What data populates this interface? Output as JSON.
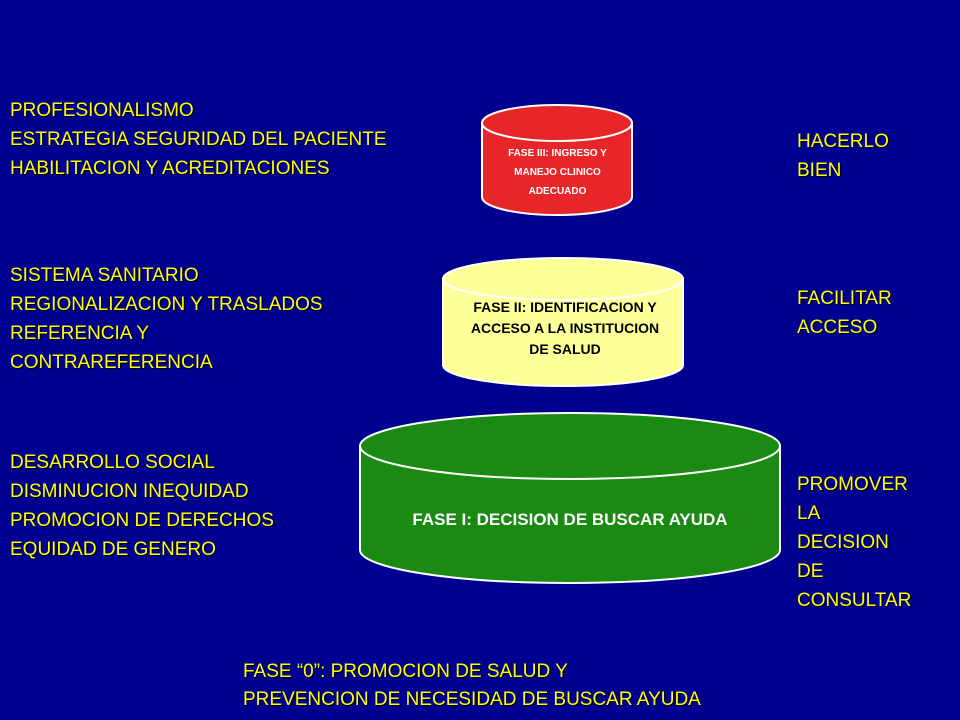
{
  "left_notes": [
    {
      "lines": [
        "PROFESIONALISMO",
        "ESTRATEGIA SEGURIDAD DEL PACIENTE",
        "HABILITACION Y ACREDITACIONES"
      ]
    },
    {
      "lines": [
        "SISTEMA SANITARIO",
        "REGIONALIZACION Y TRASLADOS",
        "REFERENCIA Y",
        "CONTRAREFERENCIA"
      ]
    },
    {
      "lines": [
        "DESARROLLO SOCIAL",
        "DISMINUCION INEQUIDAD",
        "PROMOCION DE DERECHOS",
        "EQUIDAD DE GENERO"
      ]
    }
  ],
  "right_notes": [
    {
      "lines": [
        "HACERLO",
        "BIEN"
      ]
    },
    {
      "lines": [
        "FACILITAR",
        "ACCESO"
      ]
    },
    {
      "lines": [
        "PROMOVER",
        "LA",
        "DECISION",
        "DE",
        "CONSULTAR"
      ]
    }
  ],
  "phases": [
    {
      "lines": [
        "FASE III:  INGRESO Y",
        "MANEJO CLINICO",
        "ADECUADO"
      ],
      "fill": "#E8262A",
      "text_color": "#FFFFFF"
    },
    {
      "lines": [
        "FASE II: IDENTIFICACION Y",
        "ACCESO A LA INSTITUCION",
        "DE SALUD"
      ],
      "fill": "#FFFF99",
      "text_color": "#000000"
    },
    {
      "lines": [
        "FASE I: DECISION DE BUSCAR AYUDA"
      ],
      "fill": "#1A8A12",
      "text_color": "#FFFFFF"
    }
  ],
  "bottom_note": {
    "lines": [
      "FASE “0”: PROMOCION DE SALUD Y",
      "PREVENCION DE NECESIDAD DE BUSCAR AYUDA"
    ]
  },
  "colors": {
    "background": "#000090",
    "text": "#FFFF00",
    "outline": "#FFFFFF"
  }
}
